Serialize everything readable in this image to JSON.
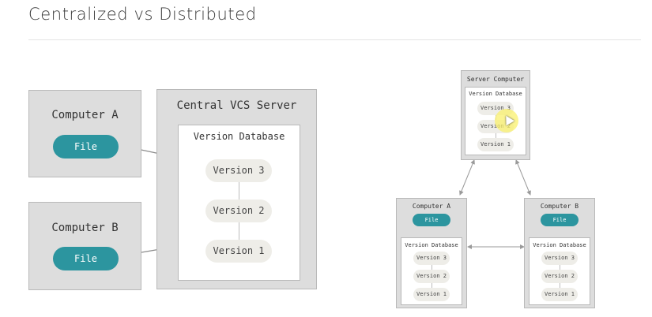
{
  "slide": {
    "title": "Centralized vs Distributed"
  },
  "centralized": {
    "computer_a": {
      "label": "Computer A",
      "file": "File"
    },
    "computer_b": {
      "label": "Computer B",
      "file": "File"
    },
    "server": {
      "label": "Central VCS Server",
      "db_label": "Version Database",
      "versions": [
        "Version 3",
        "Version 2",
        "Version 1"
      ]
    }
  },
  "distributed": {
    "server": {
      "label": "Server Computer",
      "db_label": "Version Database",
      "versions": [
        "Version 3",
        "Version 2",
        "Version 1"
      ]
    },
    "computer_a": {
      "label": "Computer A",
      "file": "File",
      "db_label": "Version Database",
      "versions": [
        "Version 3",
        "Version 2",
        "Version 1"
      ]
    },
    "computer_b": {
      "label": "Computer B",
      "file": "File",
      "db_label": "Version Database",
      "versions": [
        "Version 3",
        "Version 2",
        "Version 1"
      ]
    }
  },
  "colors": {
    "file_pill": "#2c959f",
    "version_pill": "#eeede8",
    "box": "#dddddd",
    "highlight": "#faf06e"
  }
}
